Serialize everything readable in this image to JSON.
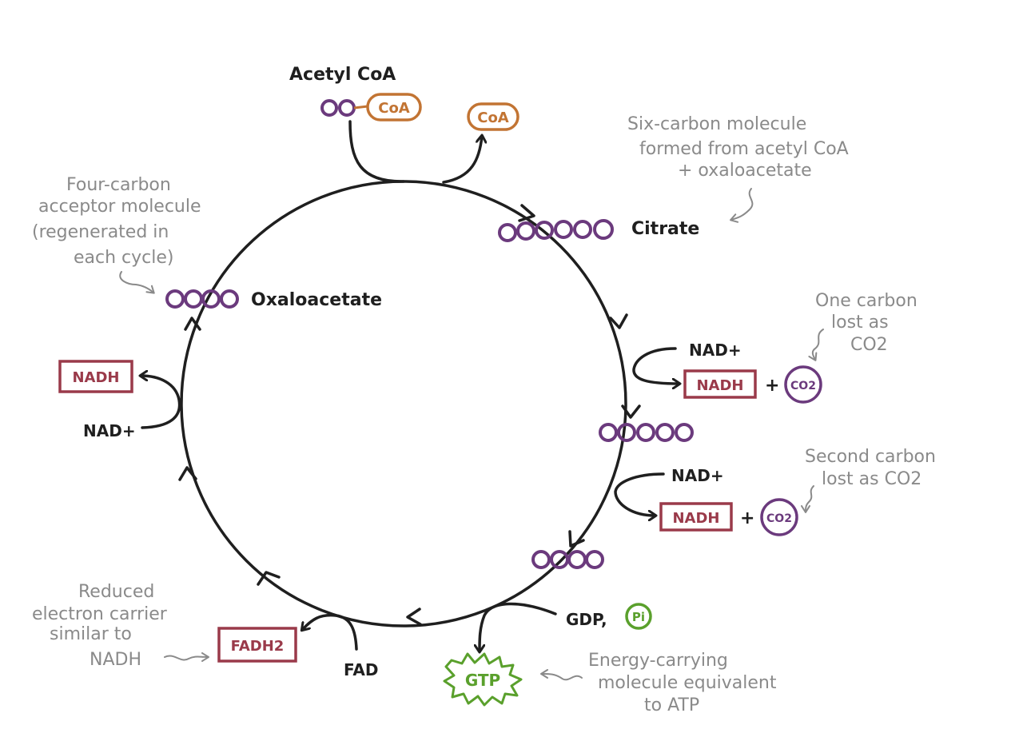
{
  "colors": {
    "ink": "#1f1f1f",
    "purple": "#6b3a7d",
    "orange": "#c27433",
    "red": "#9a3a4a",
    "green": "#5aa02c",
    "gray": "#8a8a8a"
  },
  "labels": {
    "acetyl_coa": "Acetyl CoA",
    "coa_attached": "CoA",
    "coa_released": "CoA",
    "citrate": "Citrate",
    "oxaloacetate": "Oxaloacetate",
    "nad_1": "NAD+",
    "nadh_1": "NADH",
    "co2_1": "CO2",
    "plus_1": "+",
    "nad_2": "NAD+",
    "nadh_2": "NADH",
    "co2_2": "CO2",
    "plus_2": "+",
    "gdp": "GDP,",
    "pi": "Pi",
    "gtp": "GTP",
    "fad": "FAD",
    "fadh2": "FADH2",
    "nad_3": "NAD+",
    "nadh_3": "NADH"
  },
  "notes": {
    "six_carbon": [
      "Six-carbon molecule",
      "formed from acetyl CoA",
      "+ oxaloacetate"
    ],
    "four_carbon": [
      "Four-carbon",
      "acceptor molecule",
      "(regenerated in",
      "each cycle)"
    ],
    "one_carbon": [
      "One carbon",
      "lost as",
      "CO2"
    ],
    "second_carbon": [
      "Second carbon",
      "lost as CO2"
    ],
    "reduced": [
      "Reduced",
      "electron carrier",
      "similar to",
      "NADH"
    ],
    "energy": [
      "Energy-carrying",
      "molecule equivalent",
      "to ATP"
    ]
  }
}
